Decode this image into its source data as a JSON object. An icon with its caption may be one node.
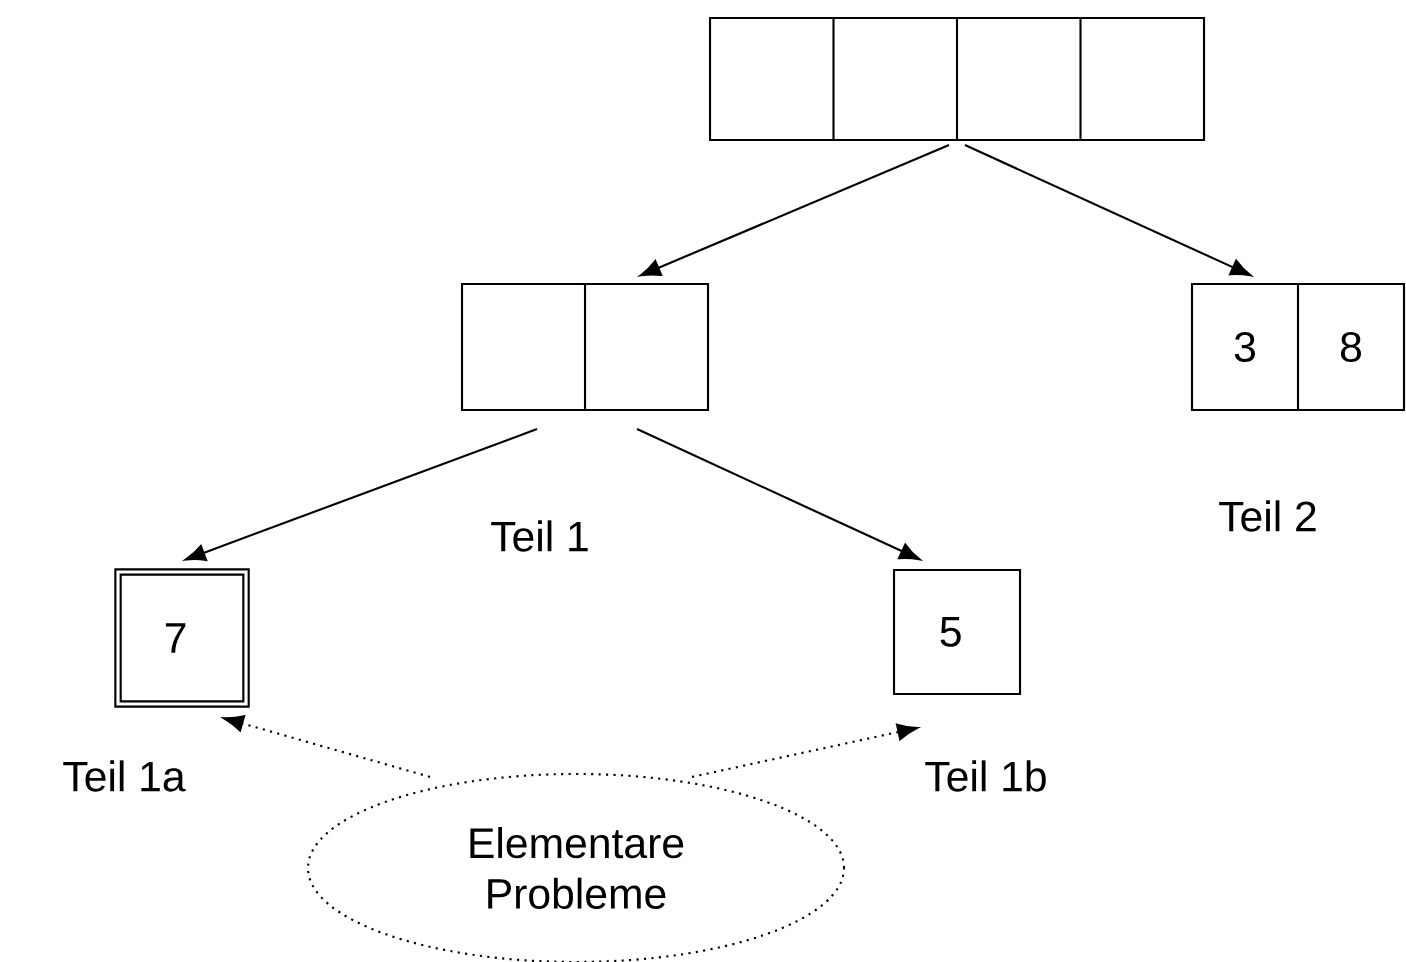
{
  "diagram": {
    "nodes": [
      {
        "text": [],
        "shape": "box"
      },
      {
        "text": [],
        "shape": "box",
        "beside": [
          "Teil 1"
        ]
      },
      {
        "text": [
          "3",
          "8"
        ],
        "beside": [
          "Teil 2"
        ]
      },
      {
        "text": [
          "7"
        ],
        "beside": [
          "Teil 1a"
        ]
      },
      {
        "text": [
          "5"
        ],
        "beside": [
          "Teil 1b"
        ]
      },
      {
        "text": [
          "Elementare Probleme"
        ]
      }
    ],
    "edges": [
      {
        "from": 0,
        "to": 1,
        "arrow": "to"
      },
      {
        "from": 0,
        "to": 2,
        "arrow": "to"
      },
      {
        "from": 1,
        "to": 3,
        "arrow": "to"
      },
      {
        "from": 1,
        "to": 4,
        "arrow": "to"
      },
      {
        "from": 5,
        "to": 3,
        "arrow": "to",
        "style": "dashed"
      },
      {
        "from": 5,
        "to": 4,
        "arrow": "to",
        "style": "dashed"
      }
    ]
  }
}
